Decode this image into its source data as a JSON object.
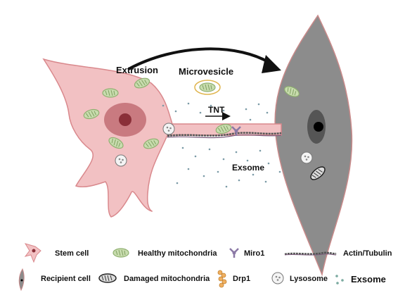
{
  "diagram": {
    "labels": {
      "extrusion": "Extrusion",
      "microvesicle": "Microvesicle",
      "tnt": "TNT",
      "exosome": "Exsome"
    }
  },
  "legend": {
    "row1": [
      "Stem cell",
      "Healthy mitochondria",
      "Miro1",
      "Actin/Tubulin"
    ],
    "row2": [
      "Recipient cell",
      "Damaged mitochondria",
      "Drp1",
      "Lysosome",
      "Exsome"
    ]
  },
  "colors": {
    "stem_cell_fill": "#f2c1c3",
    "stem_cell_outline": "#d9888c",
    "nucleus": "#c97a80",
    "nucleolus": "#8a2f38",
    "recipient_cell_fill": "#8c8c8c",
    "recipient_cell_outline": "#c98a8a",
    "healthy_mito": "#a9c98a",
    "microvesicle_ring": "#e0b650",
    "miro1": "#8b79a6",
    "drp1": "#f0b060",
    "arrow": "#111111"
  },
  "icons": [
    "stem-cell-icon",
    "healthy-mitochondria-icon",
    "miro1-icon",
    "actin-tubulin-icon",
    "recipient-cell-icon",
    "damaged-mitochondria-icon",
    "drp1-icon",
    "lysosome-icon",
    "exosome-icon"
  ]
}
